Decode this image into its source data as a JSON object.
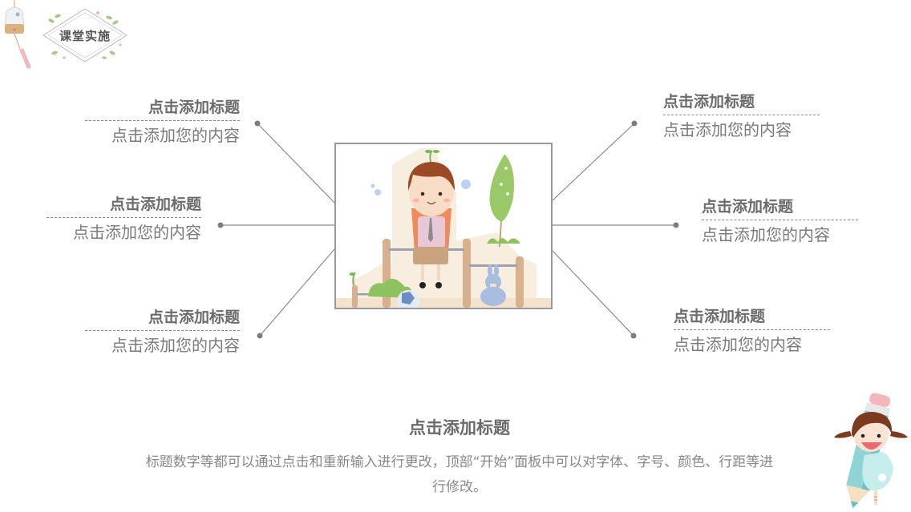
{
  "header": {
    "badge_label": "课堂实施"
  },
  "items": [
    {
      "position": "left-top",
      "title": "点击添加标题",
      "body": "点击添加您的内容"
    },
    {
      "position": "left-middle",
      "title": "点击添加标题",
      "body": "点击添加您的内容"
    },
    {
      "position": "left-bottom",
      "title": "点击添加标题",
      "body": "点击添加您的内容"
    },
    {
      "position": "right-top",
      "title": "点击添加标题",
      "body": "点击添加您的内容"
    },
    {
      "position": "right-middle",
      "title": "点击添加标题",
      "body": "点击添加您的内容"
    },
    {
      "position": "right-bottom",
      "title": "点击添加标题",
      "body": "点击添加您的内容"
    }
  ],
  "bottom": {
    "title": "点击添加标题",
    "body": "标题数字等都可以通过点击和重新输入进行更改，顶部“开始”面板中可以对字体、字号、颜色、行距等进行修改。"
  },
  "colors": {
    "text_primary": "#6b6b6b",
    "connector": "#8a8a8a",
    "frame": "#999999"
  }
}
